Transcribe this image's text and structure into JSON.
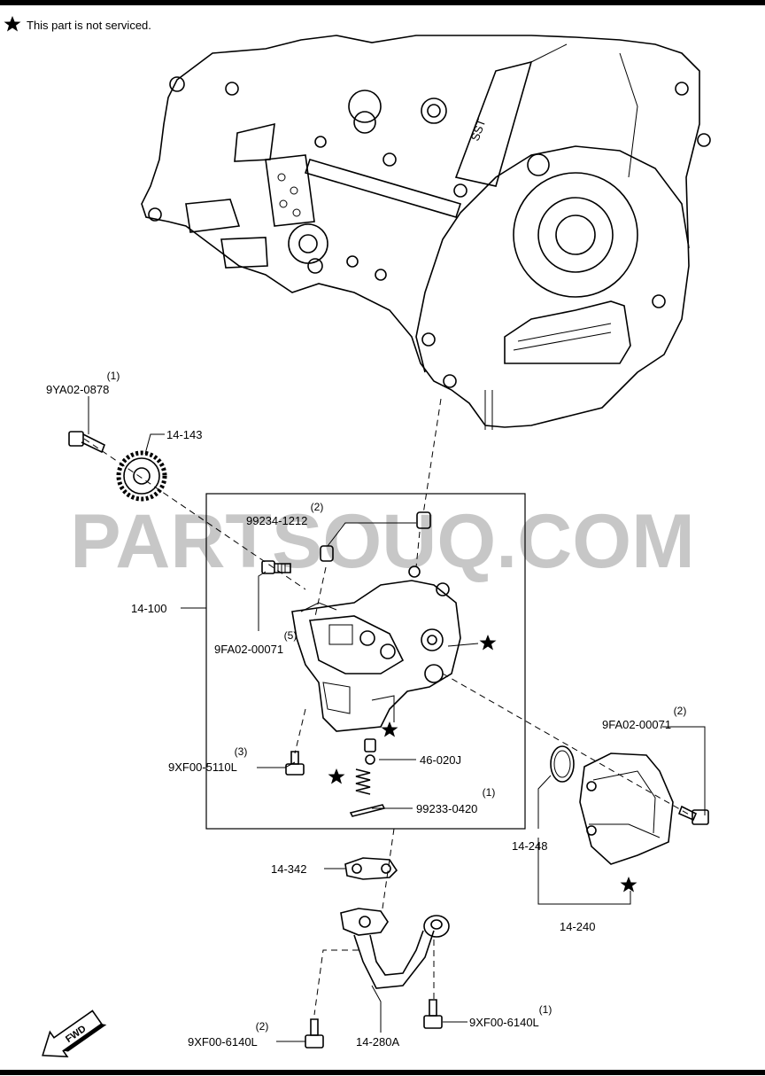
{
  "legend": {
    "icon": "star-icon",
    "text": "This part is not serviced."
  },
  "watermark": "PARTSOUQ.COM",
  "fwd_label": "FWD",
  "callouts": [
    {
      "id": "9ya02-0878",
      "part": "9YA02-0878",
      "qty": "(1)"
    },
    {
      "id": "14-143",
      "part": "14-143",
      "qty": ""
    },
    {
      "id": "99234-1212",
      "part": "99234-1212",
      "qty": "(2)"
    },
    {
      "id": "14-100",
      "part": "14-100",
      "qty": ""
    },
    {
      "id": "9fa02-00071-a",
      "part": "9FA02-00071",
      "qty": "(5)"
    },
    {
      "id": "9fa02-00071-b",
      "part": "9FA02-00071",
      "qty": "(2)"
    },
    {
      "id": "9xf00-5110l",
      "part": "9XF00-5110L",
      "qty": "(3)"
    },
    {
      "id": "46-020j",
      "part": "46-020J",
      "qty": ""
    },
    {
      "id": "99233-0420",
      "part": "99233-0420",
      "qty": "(1)"
    },
    {
      "id": "14-248",
      "part": "14-248",
      "qty": ""
    },
    {
      "id": "14-342",
      "part": "14-342",
      "qty": ""
    },
    {
      "id": "14-240",
      "part": "14-240",
      "qty": ""
    },
    {
      "id": "9xf00-6140l-a",
      "part": "9XF00-6140L",
      "qty": "(2)"
    },
    {
      "id": "14-280a",
      "part": "14-280A",
      "qty": ""
    },
    {
      "id": "9xf00-6140l-b",
      "part": "9XF00-6140L",
      "qty": "(1)"
    }
  ]
}
